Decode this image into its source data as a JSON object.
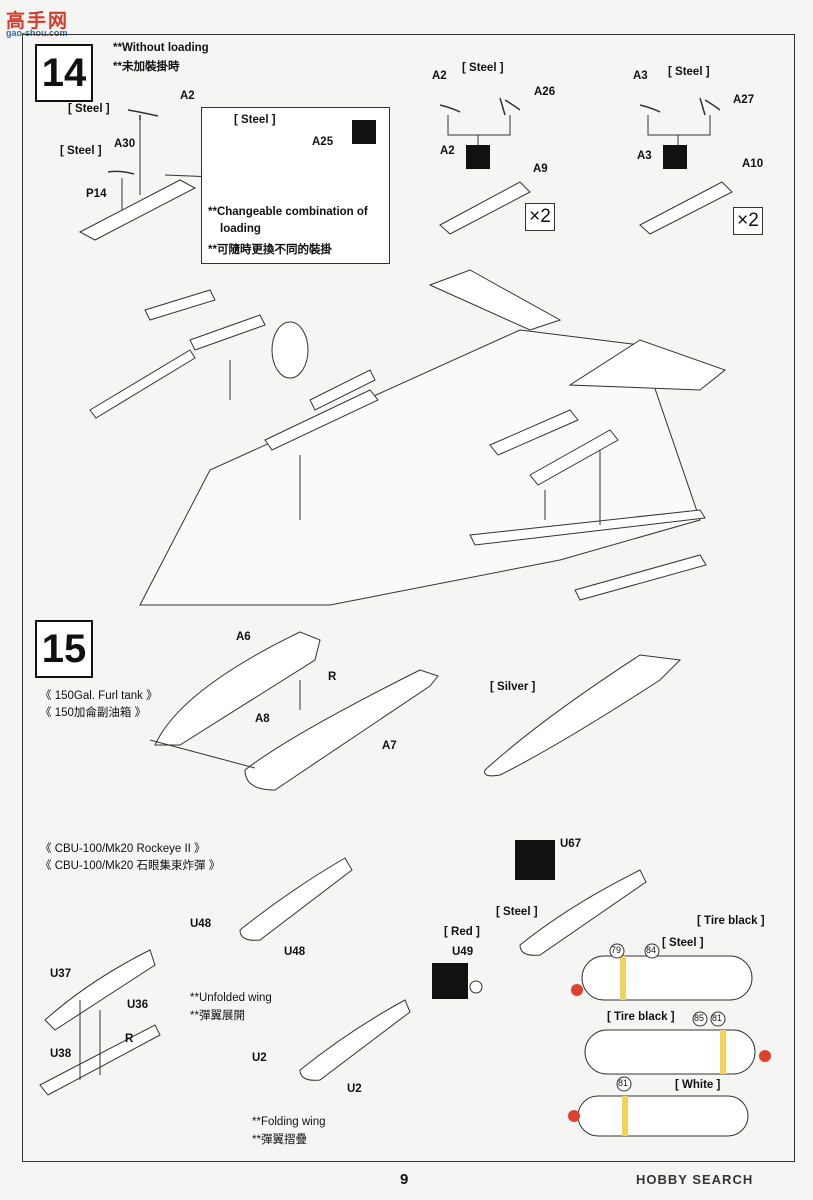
{
  "watermark": {
    "top": "高手网",
    "bottom": "gao-shou.com"
  },
  "step14": {
    "number": "14",
    "note_en": "**Without  loading",
    "note_zh": "**未加裝掛時",
    "steel": "[ Steel ]",
    "labels": {
      "a2": "A2",
      "a30": "A30",
      "p14": "P14",
      "a25": "A25",
      "a26": "A26",
      "a9": "A9",
      "a3": "A3",
      "a27": "A27",
      "a10": "A10"
    },
    "callout_en1": "**Changeable combination of",
    "callout_en2": "loading",
    "callout_zh": "**可隨時更換不同的裝掛",
    "times2": "×2"
  },
  "step15": {
    "number": "15",
    "tank_en": "《  150Gal.  Furl  tank  》",
    "tank_zh": "《  150加侖副油箱  》",
    "cbu_en": "《  CBU-100/Mk20  Rockeye  II  》",
    "cbu_zh": "《  CBU-100/Mk20  石眼集束炸彈  》",
    "silver": "[ Silver ]",
    "red": "[ Red ]",
    "tire_black": "[ Tire black ]",
    "white": "[ White ]",
    "steel": "[ Steel ]",
    "labels": {
      "a6": "A6",
      "a8": "A8",
      "a7": "A7",
      "r": "R",
      "u48": "U48",
      "u37": "U37",
      "u36": "U36",
      "u38": "U38",
      "u2": "U2",
      "u67": "U67",
      "u49": "U49"
    },
    "unfolded_en": "**Unfolded wing",
    "unfolded_zh": "**彈翼展開",
    "folding_en": "**Folding  wing",
    "folding_zh": "**彈翼摺疊",
    "paint_numbers": {
      "n79": "79",
      "n84": "84",
      "n85": "85",
      "n81": "81"
    }
  },
  "footer": {
    "page": "9",
    "brand": "HOBBY SEARCH"
  }
}
